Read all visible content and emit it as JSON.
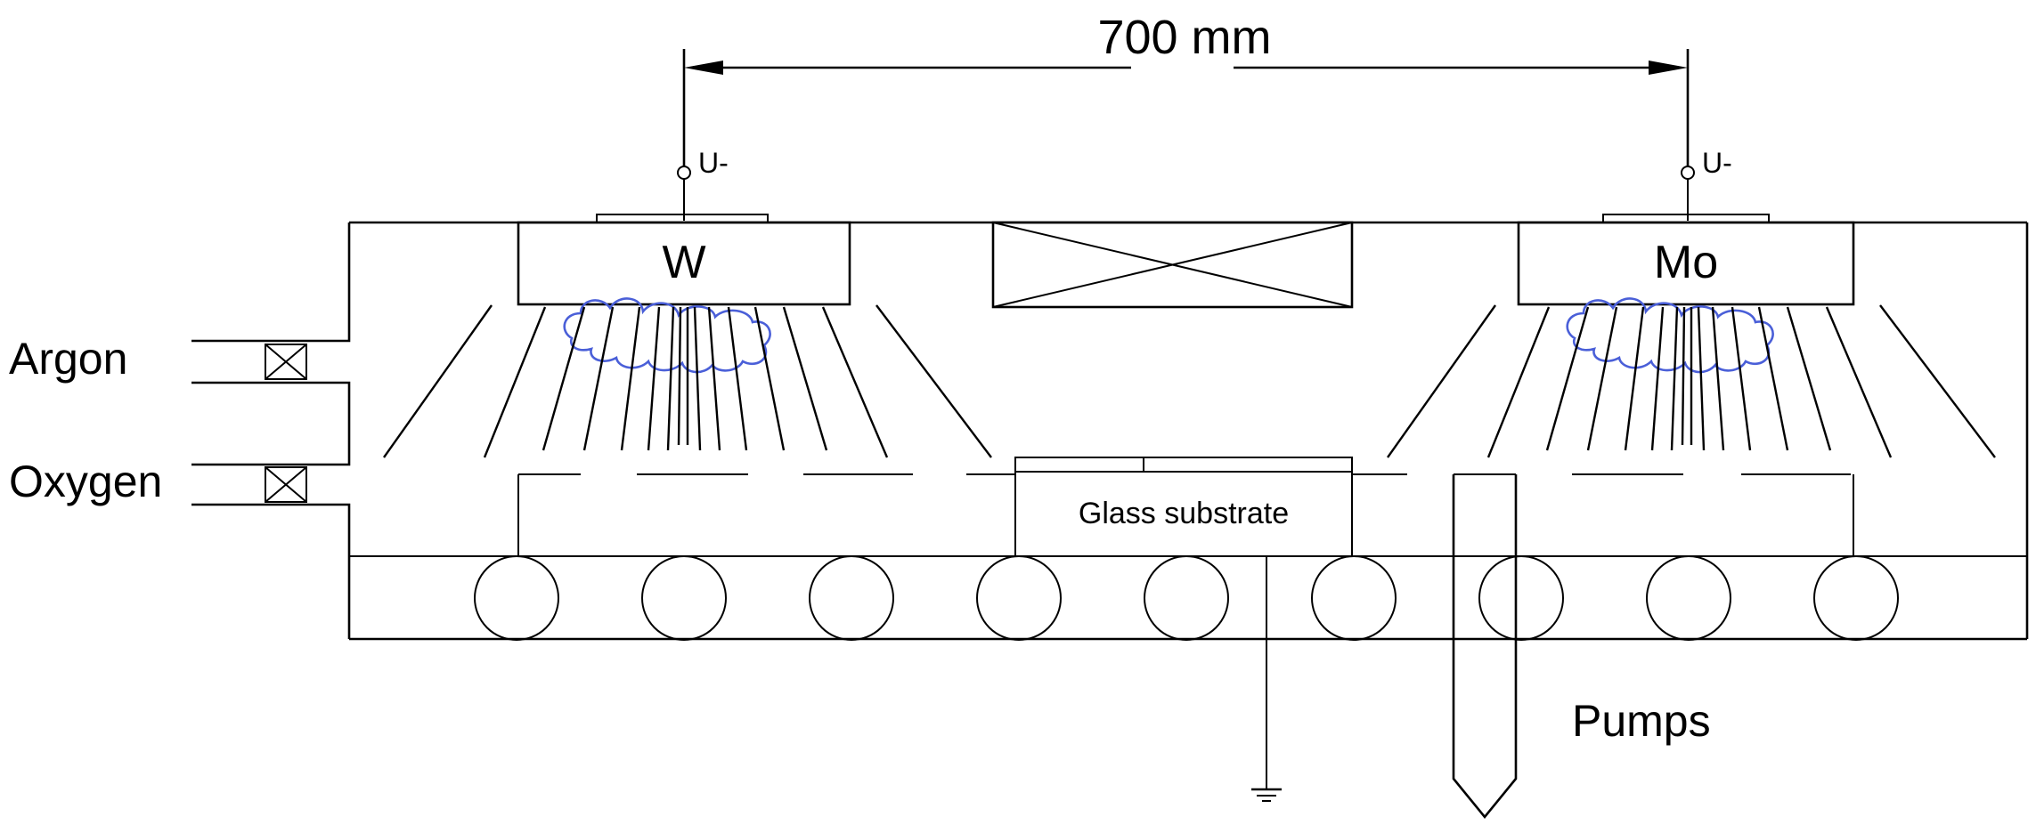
{
  "dimension": {
    "label": "700 mm"
  },
  "gas_inlets": [
    {
      "label": "Argon"
    },
    {
      "label": "Oxygen"
    }
  ],
  "targets": [
    {
      "material": "W",
      "bias_label": "U-"
    },
    {
      "material": "Mo",
      "bias_label": "U-"
    }
  ],
  "substrate": {
    "label": "Glass substrate"
  },
  "pumps": {
    "label": "Pumps"
  },
  "colors": {
    "line": "#000000",
    "plasma_cloud": "#4a5fd8",
    "background": "#ffffff"
  },
  "icons": [
    "valve-icon",
    "ground-icon",
    "terminal-icon",
    "plasma-cloud-icon",
    "roller-icon"
  ]
}
